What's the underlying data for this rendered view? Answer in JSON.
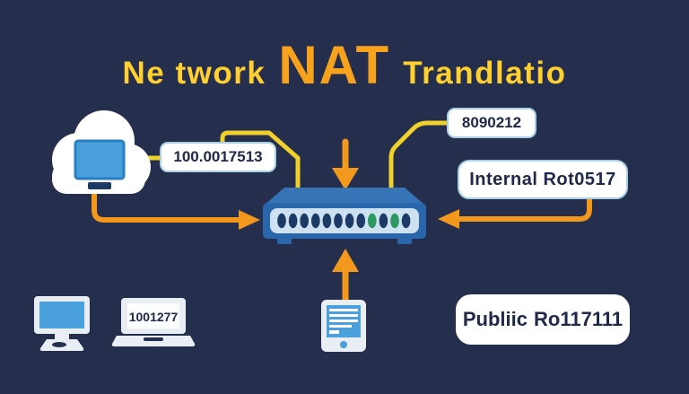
{
  "title": {
    "prefix": "Ne twork",
    "highlight": "NAT",
    "suffix": "Trandlatio"
  },
  "labels": {
    "cloud_ip": "100.0017513",
    "nat_ip": "8090212",
    "internal_router": "Internal Rot0517",
    "laptop_ip": "1001277",
    "public_router_bold": "Publiic",
    "public_router_value": "Ro117111"
  },
  "icons": {
    "cloud": "cloud-network-icon",
    "router": "router-icon",
    "desktop": "desktop-monitor-icon",
    "laptop": "laptop-icon",
    "tablet": "tablet-icon",
    "arrows": [
      "arrow-down-icon",
      "arrow-up-icon",
      "arrow-right-icon",
      "arrow-left-icon"
    ]
  },
  "router": {
    "ports": [
      "n",
      "n",
      "n",
      "n",
      "n",
      "n",
      "n",
      "n",
      "g",
      "n",
      "g",
      "n"
    ]
  },
  "colors": {
    "background": "#252e4c",
    "title-yellow": "#ffd02e",
    "title-orange": "#f6a21d",
    "line-yellow": "#f0d02a",
    "line-orange": "#f2991d",
    "router-blue": "#2a66ab",
    "router-top": "#3674b5",
    "router-panel": "#cde1f1",
    "port-navy": "#1d3a66",
    "port-green": "#2a9a62",
    "device-light": "#e9eef5",
    "screen-blue": "#4aa0dc",
    "label-border": "#a9d0e6",
    "label-text": "#21294a"
  }
}
